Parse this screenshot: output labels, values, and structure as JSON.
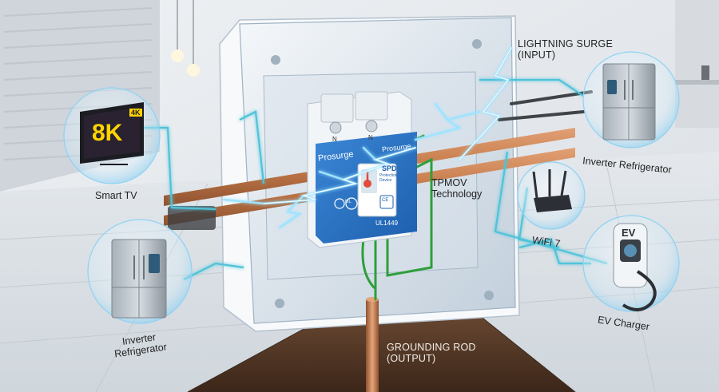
{
  "labels": {
    "input": "LIGHTNING SURGE\n(INPUT)",
    "smart_tv": "Smart TV",
    "inverter_refrigerator_right": "Inverter Refrigerator",
    "inverter_refrigerator_left": "Inverter\nRefrigerator",
    "tpmov": "TPMOV\nTechnology",
    "wifi": "WiFi 7",
    "ev_charger": "EV Charger",
    "grounding_rod": "GROUNDING ROD\n(OUTPUT)"
  },
  "device": {
    "brand_left": "Prosurge",
    "brand_right": "Prosurge",
    "spd_title": "SPD",
    "spd_sub": "Protection\nDevice",
    "cert": "UL1449",
    "terminal_left": "N",
    "terminal_right": "N",
    "ce_mark": "CE",
    "ul_mark": "UL"
  },
  "appliances": {
    "tv_screen_text": "8K",
    "tv_badge": "4K",
    "ev_badge": "EV"
  },
  "colors": {
    "wall": "#dfe3e7",
    "enclosure": "#c6d6e6",
    "module_blue": "#2f77c8",
    "wire_teal": "#4fc3d9",
    "ground_green": "#2e9e3a",
    "copper": "#c47a4a",
    "lightning": "#7fd8ff",
    "soil": "#5a3b28"
  }
}
